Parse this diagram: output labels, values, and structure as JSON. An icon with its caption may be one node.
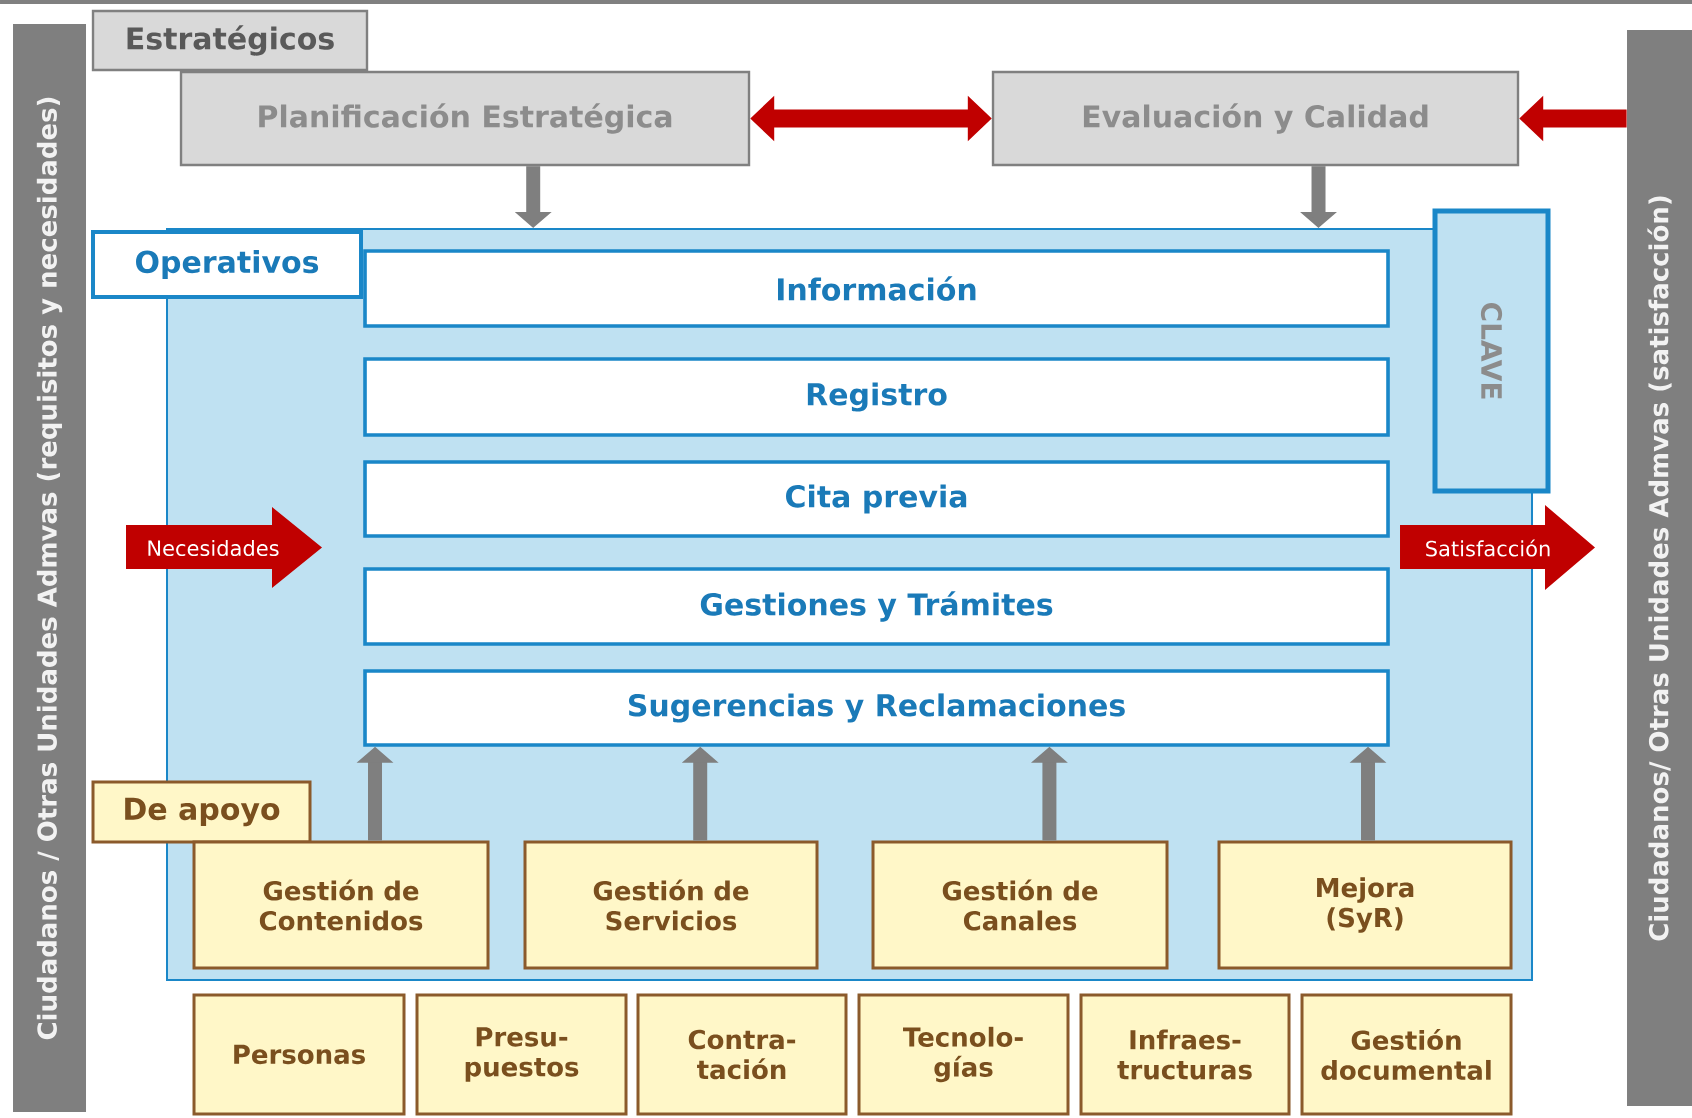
{
  "diagram": {
    "nodes": [
      {
        "text": [
          "Ciudadanos / Otras Unidades Admvas (requisitos y necesidades)"
        ]
      },
      {
        "text": [
          "Ciudadanos/ Otras Unidades Admvas (satisfacción)"
        ]
      },
      {
        "text": [
          "Estratégicos"
        ]
      },
      {
        "text": [
          "Planificación Estratégica"
        ]
      },
      {
        "text": [
          "Evaluación y Calidad"
        ]
      },
      {
        "text": [],
        "shape": "box"
      },
      {
        "text": [
          "Operativos"
        ]
      },
      {
        "text": [
          "Información"
        ],
        "in": 5
      },
      {
        "text": [
          "Registro"
        ],
        "in": 5
      },
      {
        "text": [
          "Cita previa"
        ],
        "in": 5
      },
      {
        "text": [
          "Gestiones y Trámites"
        ],
        "in": 5
      },
      {
        "text": [
          "Sugerencias y Reclamaciones"
        ],
        "in": 5
      },
      {
        "text": [
          "CLAVE"
        ]
      },
      {
        "text": [
          "Necesidades"
        ]
      },
      {
        "text": [
          "Satisfacción"
        ]
      },
      {
        "text": [
          "De apoyo"
        ]
      },
      {
        "text": [
          "Gestión de Contenidos"
        ],
        "in": 5
      },
      {
        "text": [
          "Gestión de Servicios"
        ],
        "in": 5
      },
      {
        "text": [
          "Gestión de Canales"
        ],
        "in": 5
      },
      {
        "text": [
          "Mejora (SyR)"
        ],
        "in": 5
      },
      {
        "text": [
          "Personas"
        ]
      },
      {
        "text": [
          "Presu- puestos"
        ]
      },
      {
        "text": [
          "Contra- tación"
        ]
      },
      {
        "text": [
          "Tecnolo- gías"
        ]
      },
      {
        "text": [
          "Infraes- tructuras"
        ]
      },
      {
        "text": [
          "Gestión documental"
        ]
      }
    ],
    "edges": [
      {
        "from": 3,
        "to": 4,
        "arrow": "both",
        "color": "#c00000"
      },
      {
        "from": 1,
        "to": 4,
        "arrow": "to",
        "color": "#c00000"
      },
      {
        "from": 3,
        "to": 5,
        "arrow": "to"
      },
      {
        "from": 4,
        "to": 5,
        "arrow": "to"
      },
      {
        "from": 16,
        "to": 11,
        "arrow": "to"
      },
      {
        "from": 17,
        "to": 11,
        "arrow": "to"
      },
      {
        "from": 18,
        "to": 11,
        "arrow": "to"
      },
      {
        "from": 19,
        "to": 11,
        "arrow": "to"
      }
    ]
  }
}
